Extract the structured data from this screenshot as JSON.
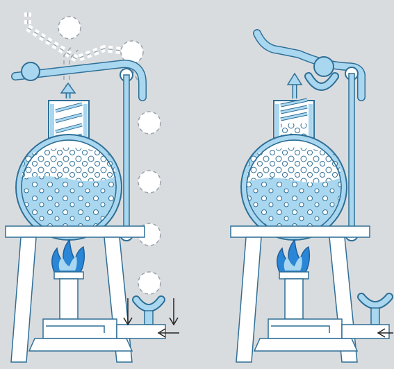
{
  "diagram": {
    "panels": [
      {
        "id": "left",
        "state": "ball-rolling"
      },
      {
        "id": "right",
        "state": "ball-in-cup"
      }
    ],
    "colors": {
      "background": "#d9dcdf",
      "water": "#a9d7ef",
      "outline": "#2f6f96",
      "flame": "#2a86d6",
      "white": "#ffffff"
    },
    "icons": [
      "flask-icon",
      "burner-icon",
      "flame-icon",
      "ball-icon",
      "rail-icon",
      "cup-icon",
      "arrow-icon",
      "stand-icon"
    ]
  }
}
